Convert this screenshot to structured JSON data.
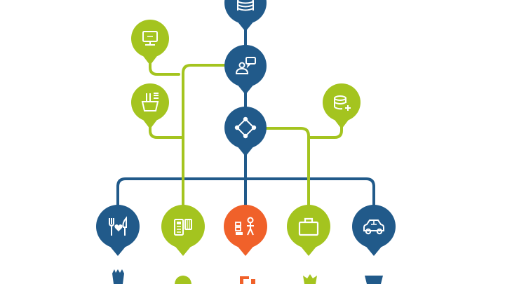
{
  "colors": {
    "navy": "#215a8a",
    "green": "#a4c41f",
    "orange": "#f0612a",
    "white": "#ffffff"
  },
  "nodes": [
    {
      "name": "database-node",
      "icon": "database-stack-icon",
      "color": "navy"
    },
    {
      "name": "monitor-node",
      "icon": "monitor-icon",
      "color": "green"
    },
    {
      "name": "user-chat-node",
      "icon": "user-chat-icon",
      "color": "navy"
    },
    {
      "name": "basket-node",
      "icon": "shopping-basket-icon",
      "color": "green"
    },
    {
      "name": "database-add-node",
      "icon": "database-add-icon",
      "color": "green"
    },
    {
      "name": "network-hub-node",
      "icon": "network-hub-icon",
      "color": "navy"
    },
    {
      "name": "dining-node",
      "icon": "fork-knife-heart-icon",
      "color": "navy"
    },
    {
      "name": "payment-terminal-node",
      "icon": "card-terminal-icon",
      "color": "green"
    },
    {
      "name": "person-rewards-node",
      "icon": "person-coins-icon",
      "color": "orange"
    },
    {
      "name": "briefcase-node",
      "icon": "briefcase-icon",
      "color": "green"
    },
    {
      "name": "car-node",
      "icon": "car-icon",
      "color": "navy"
    }
  ]
}
